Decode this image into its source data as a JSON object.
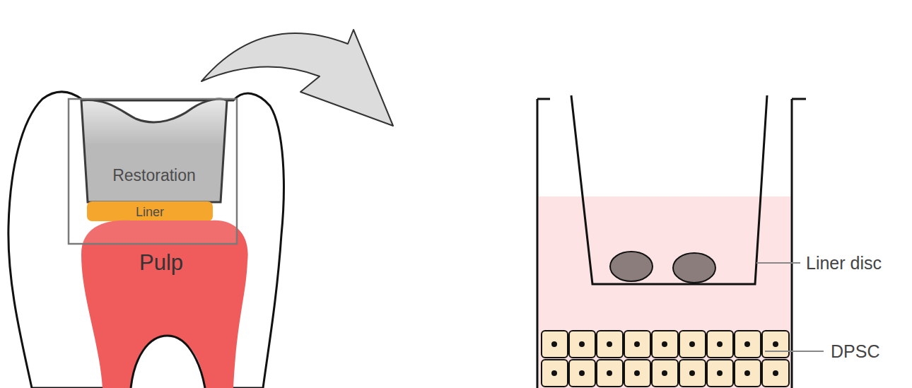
{
  "diagram": {
    "nodes": [
      {
        "text": [
          "Restoration"
        ]
      },
      {
        "text": [
          "Liner"
        ]
      },
      {
        "text": [
          "Pulp"
        ]
      }
    ],
    "labels": [
      "Liner disc",
      "DPSC"
    ]
  }
}
